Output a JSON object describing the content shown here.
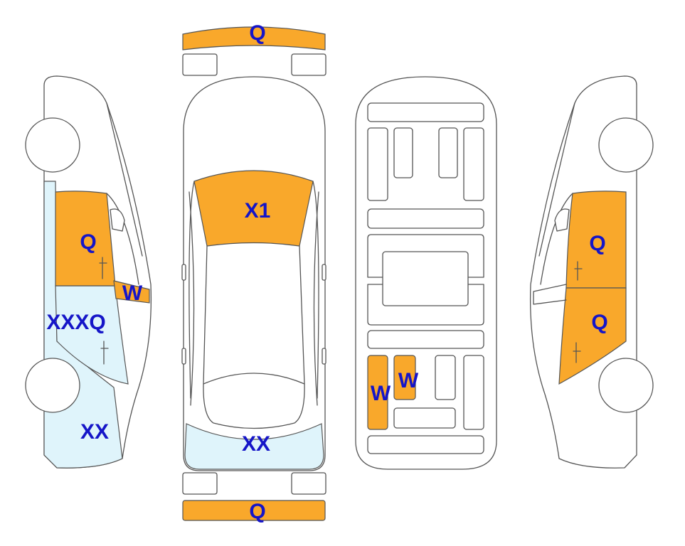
{
  "colors": {
    "damage_orange": "#F9A82B",
    "damage_light": "#DFF4FB",
    "label_blue": "#1515C8",
    "outline": "#555555",
    "background": "#FFFFFF"
  },
  "views": {
    "front_bumper": {
      "label": "Q"
    },
    "rear_bumper": {
      "label": "Q"
    },
    "top": {
      "windshield": {
        "label": "X1"
      },
      "rear_bumper_area": {
        "label": "XX"
      }
    },
    "left_side": {
      "front_door": {
        "label": "Q"
      },
      "mirror": {
        "label": "W"
      },
      "rocker": {
        "label": "XXXQ"
      },
      "rear_quarter": {
        "label": "XX"
      }
    },
    "underbody": {
      "left_rail": {
        "label": "W"
      },
      "center_panel": {
        "label": "W"
      }
    },
    "right_side": {
      "front_door": {
        "label": "Q"
      },
      "rear_door": {
        "label": "Q"
      }
    }
  }
}
